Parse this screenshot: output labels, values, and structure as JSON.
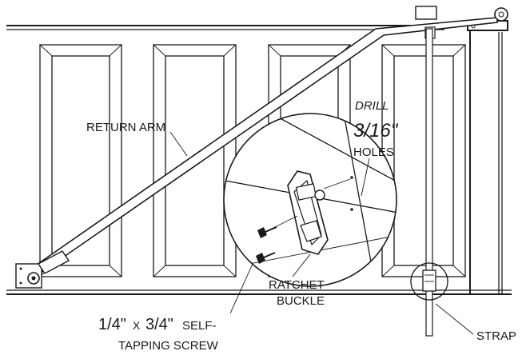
{
  "labels": {
    "return_arm": "RETURN ARM",
    "drill_line1": "DRILL",
    "drill_size": "3/16\"",
    "drill_line3": "HOLES",
    "ratchet_line1": "RATCHET",
    "ratchet_line2": "BUCKLE",
    "screw_size_a": "1/4\"",
    "screw_x": "X",
    "screw_size_b": "3/4\"",
    "screw_self": "SELF-",
    "screw_line2": "TAPPING SCREW",
    "strap": "STRAP"
  }
}
